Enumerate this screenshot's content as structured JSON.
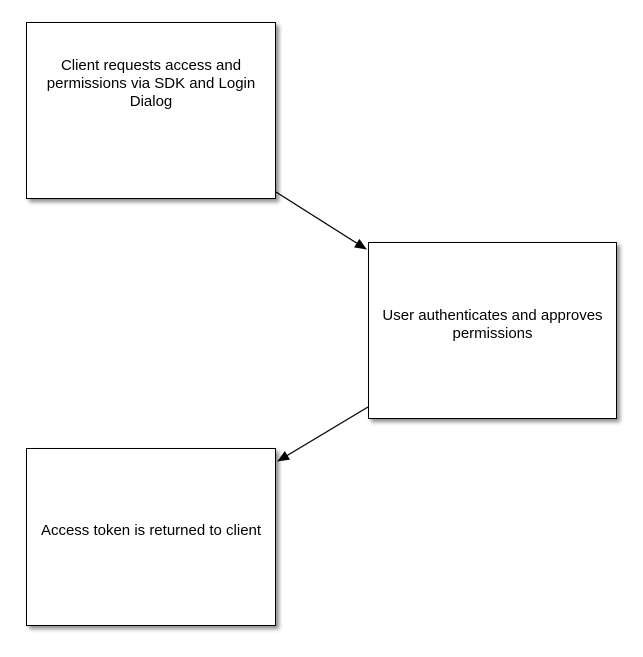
{
  "nodes": [
    {
      "id": "request",
      "text": "Client requests access and permissions via SDK and Login Dialog"
    },
    {
      "id": "authenticate",
      "text": "User authenticates and approves permissions"
    },
    {
      "id": "token",
      "text": "Access token is returned to client"
    }
  ],
  "edges": [
    {
      "from": "request",
      "to": "authenticate"
    },
    {
      "from": "authenticate",
      "to": "token"
    }
  ],
  "colors": {
    "stroke": "#000000",
    "fill": "#ffffff"
  }
}
